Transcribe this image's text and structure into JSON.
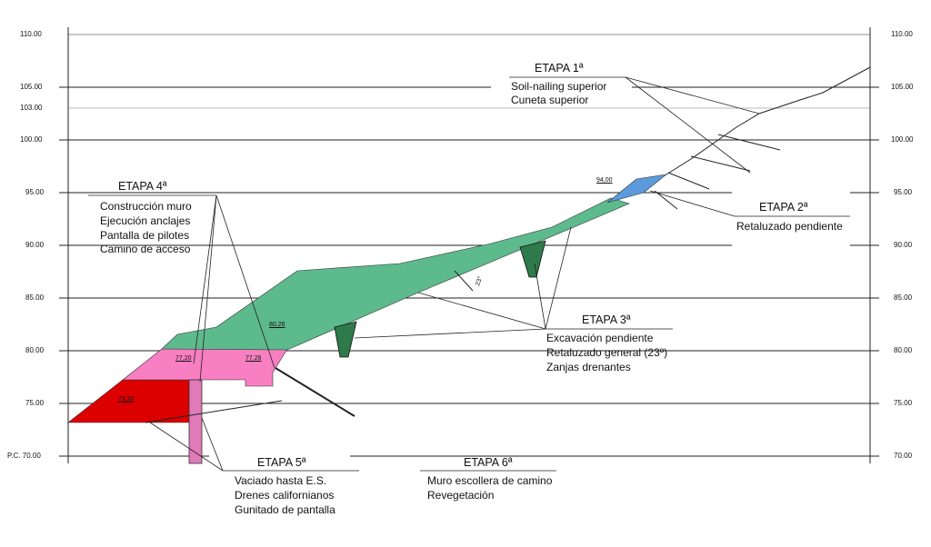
{
  "axis_left": [
    "110.00",
    "105.00",
    "103.00",
    "100.00",
    "95.00",
    "90.00",
    "85.00",
    "80.00",
    "75.00",
    "P.C. 70.00"
  ],
  "axis_right": [
    "110.00",
    "105.00",
    "100.00",
    "95.00",
    "90.00",
    "85.00",
    "80.00",
    "75.00",
    "70.00"
  ],
  "stages": [
    {
      "title": "ETAPA 1ª",
      "items": [
        "Soil-nailing superior",
        "Cuneta superior"
      ]
    },
    {
      "title": "ETAPA 2ª",
      "items": [
        "Retaluzado pendiente"
      ]
    },
    {
      "title": "ETAPA 3ª",
      "items": [
        "Excavación pendiente",
        "Retaluzado general (23º)",
        "Zanjas drenantes"
      ]
    },
    {
      "title": "ETAPA 4ª",
      "items": [
        "Construcción muro",
        "Ejecución anclajes",
        "Pantalla de pilotes",
        "Camino de acceso"
      ]
    },
    {
      "title": "ETAPA 5ª",
      "items": [
        "Vaciado hasta E.S.",
        "Drenes californianos",
        "Gunitado de pantalla"
      ]
    },
    {
      "title": "ETAPA 6ª",
      "items": [
        "Muro escollera de camino",
        "Revegetación"
      ]
    }
  ],
  "elevations": [
    "94,00",
    "80,26",
    "77,20",
    "77,26",
    "73,20"
  ],
  "angle_label": "23°",
  "colors": {
    "green": "#5dba8c",
    "pink": "#f77fc2",
    "red": "#dd0000",
    "blue": "#5b9bdc"
  }
}
